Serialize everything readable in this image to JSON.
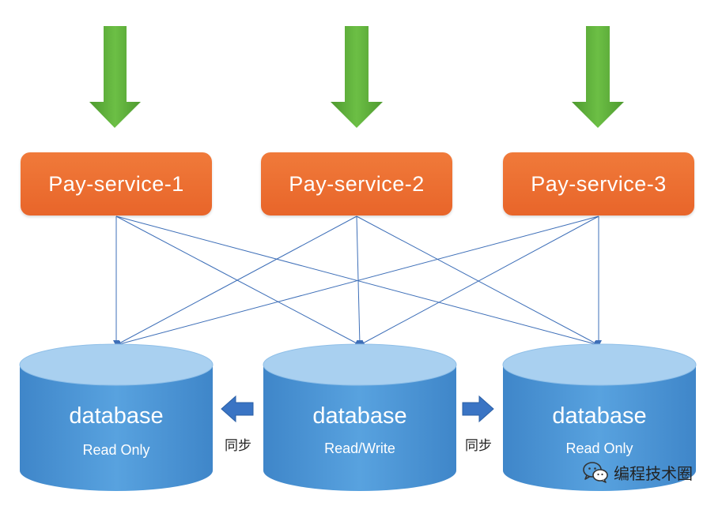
{
  "services": [
    {
      "label": "Pay-service-1"
    },
    {
      "label": "Pay-service-2"
    },
    {
      "label": "Pay-service-3"
    }
  ],
  "databases": [
    {
      "name": "database",
      "mode": "Read Only"
    },
    {
      "name": "database",
      "mode": "Read/Write"
    },
    {
      "name": "database",
      "mode": "Read Only"
    }
  ],
  "sync": {
    "left_label": "同步",
    "right_label": "同步"
  },
  "watermark": {
    "text": "编程技术圈",
    "icon": "wechat-icon"
  },
  "colors": {
    "service_box": "#ec6e2e",
    "database": "#4a93d4",
    "database_top": "#9cc8ee",
    "inflow_arrow": "#5aa83a",
    "connector": "#3e6fb8",
    "sync_arrow": "#3a74c4"
  }
}
